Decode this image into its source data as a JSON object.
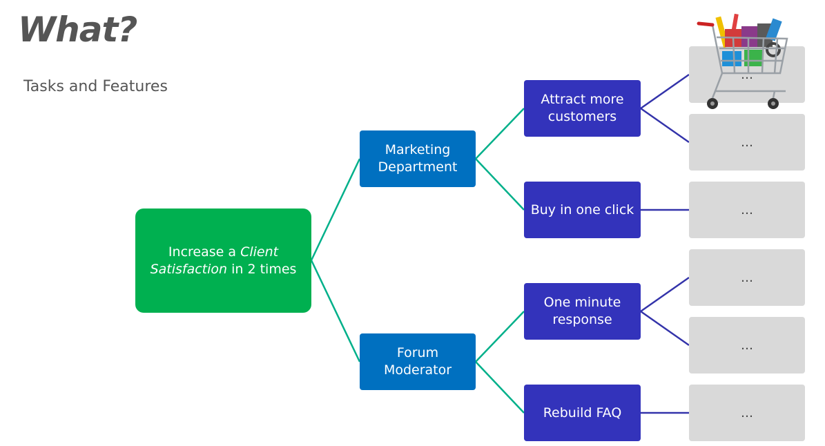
{
  "page": {
    "title": "What?",
    "subtitle": "Tasks and Features"
  },
  "colors": {
    "root": "#00b050",
    "level1": "#0070c0",
    "level2": "#3333bb",
    "leaf": "#d9d9d9",
    "link_green": "#00b08a",
    "link_blue": "#3333aa"
  },
  "tree": {
    "root": {
      "text_before": "Increase a ",
      "em_1": "Client",
      "br": " ",
      "em_2": "Satisfaction",
      "text_after": " in 2 times"
    },
    "level1": [
      {
        "line1": "Marketing",
        "line2": "Department"
      },
      {
        "line1": "Forum",
        "line2": "Moderator"
      }
    ],
    "level2": [
      {
        "line1": "Attract more",
        "line2": "customers"
      },
      {
        "line1": "Buy in one click",
        "line2": ""
      },
      {
        "line1": "One minute",
        "line2": "response"
      },
      {
        "line1": "Rebuild FAQ",
        "line2": ""
      }
    ],
    "leaves": [
      "…",
      "…",
      "…",
      "…",
      "…",
      "…"
    ]
  },
  "decoration": {
    "image": "shopping-cart-icon"
  }
}
